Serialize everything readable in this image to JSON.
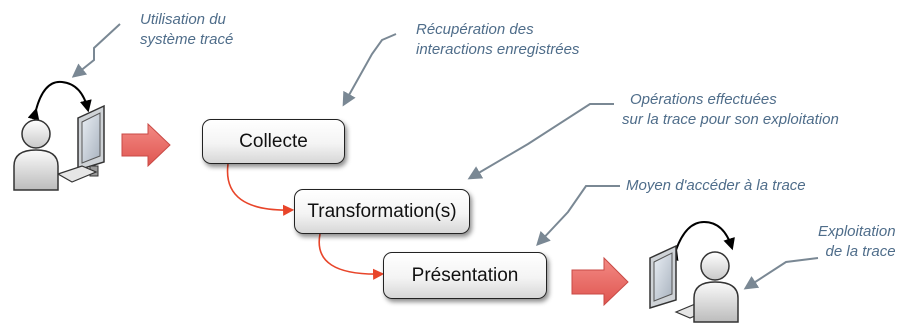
{
  "annotations": {
    "usage": [
      "Utilisation du",
      "système tracé"
    ],
    "collect": [
      "Récupération des",
      "interactions enregistrées"
    ],
    "operations": [
      "Opérations effectuées",
      "sur la trace pour son exploitation"
    ],
    "access": [
      "Moyen d'accéder à la trace"
    ],
    "exploitation": [
      "Exploitation",
      "de la trace"
    ]
  },
  "steps": {
    "collecte": "Collecte",
    "transformation": "Transformation(s)",
    "presentation": "Présentation"
  },
  "icons": {
    "left_user": "user-at-computer-icon",
    "right_user": "user-at-computer-icon",
    "cycle_arrow": "curved-double-arrow-icon",
    "big_arrow": "right-arrow-icon"
  },
  "colors": {
    "annotation_text": "#4f6d8a",
    "pointer_arrow": "#7a8894",
    "flow_arrow": "#e8452a",
    "big_arrow": "#ec6a64"
  }
}
